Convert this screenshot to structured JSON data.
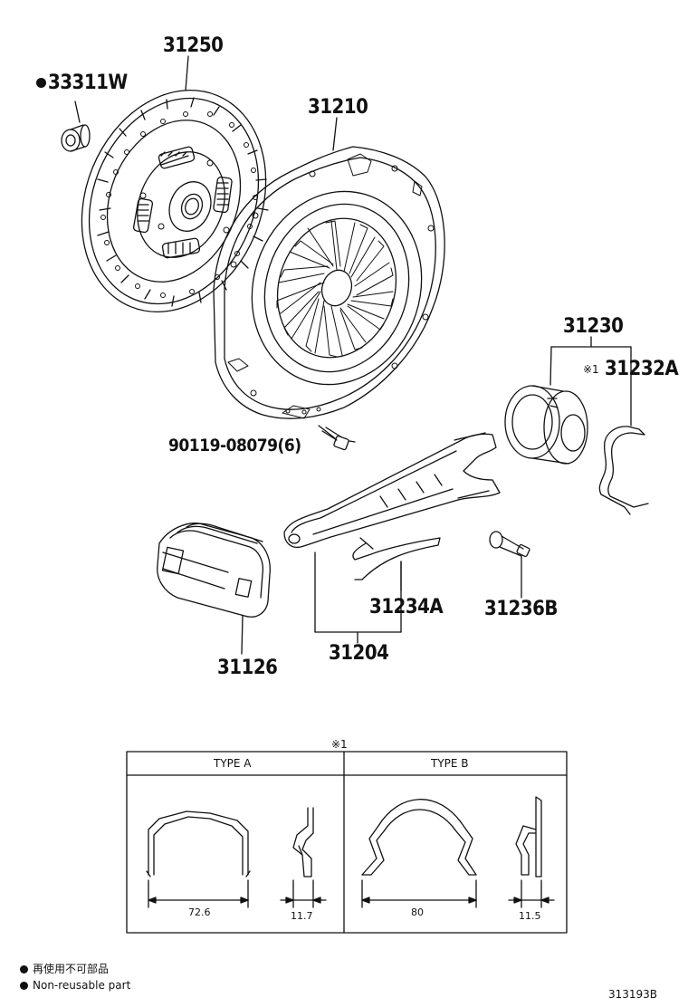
{
  "parts": {
    "p31250": "31250",
    "p33311w": "33311W",
    "p31210": "31210",
    "p31230": "31230",
    "p31232a": "31232A",
    "p31232a_note": "※1",
    "p90119": "90119-08079(6)",
    "p31234a": "31234A",
    "p31236b": "31236B",
    "p31126": "31126",
    "p31204": "31204"
  },
  "detail": {
    "marker": "※1",
    "type_a": "TYPE A",
    "type_b": "TYPE B",
    "dim_a_width": "72.6",
    "dim_a_depth": "11.7",
    "dim_b_width": "80",
    "dim_b_depth": "11.5"
  },
  "legend": {
    "jp": "再使用不可部品",
    "en": "Non-reusable part"
  },
  "diagram_id": "313193B"
}
